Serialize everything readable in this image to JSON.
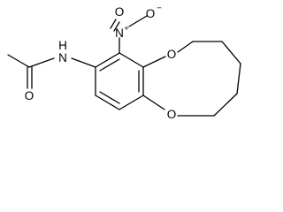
{
  "molecule": {
    "atoms": {
      "nitro_nitrogen": "N",
      "nitro_plus_charge": "+",
      "nitro_oxygen_minus": "O",
      "nitro_minus_charge": "−",
      "nitro_oxygen_double": "O",
      "amide_nitrogen": "N",
      "amide_hydrogen": "H",
      "carbonyl_oxygen": "O",
      "ring_oxygen_top": "O",
      "ring_oxygen_bottom": "O"
    }
  }
}
